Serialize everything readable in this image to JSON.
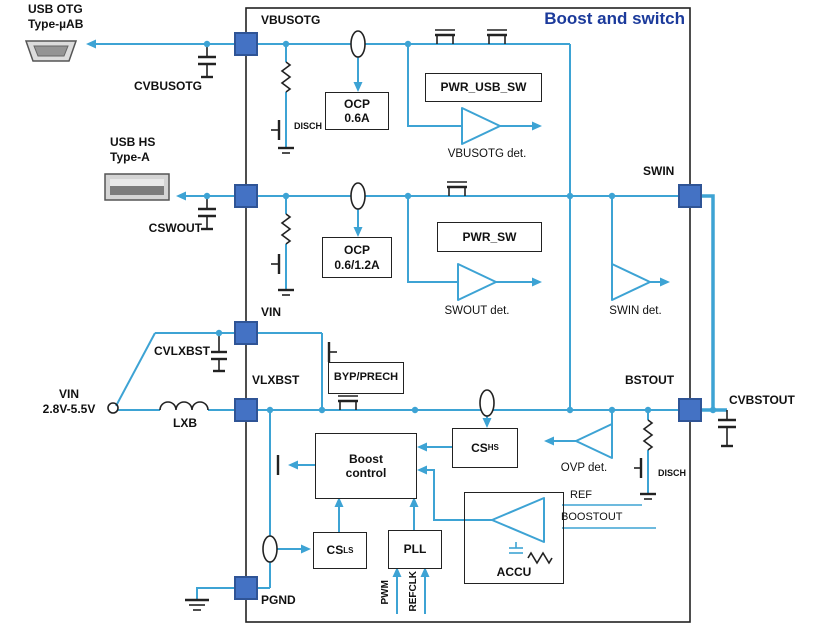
{
  "title": "Boost and switch",
  "colors": {
    "wire": "#3da3d4",
    "pin_fill": "#4472c4",
    "pin_stroke": "#2f5496",
    "title": "#1b3a9b"
  },
  "pins": {
    "vbusotg": "VBUSOTG",
    "swin": "SWIN",
    "vin": "VIN",
    "vlxbst": "VLXBST",
    "bstout": "BSTOUT",
    "pgnd": "PGND"
  },
  "blocks": {
    "ocp_usb": "OCP\n0.6A",
    "pwr_usb_sw": "PWR_USB_SW",
    "ocp_sw": "OCP\n0.6/1.2A",
    "pwr_sw": "PWR_SW",
    "byp_prech": "BYP/PRECH",
    "boost_control": "Boost\ncontrol",
    "cs_hs_main": "CS",
    "cs_hs_sub": "HS",
    "cs_ls_main": "CS",
    "cs_ls_sub": "LS",
    "pll": "PLL",
    "accu": "ACCU"
  },
  "detectors": {
    "vbusotg": "VBUSOTG det.",
    "swout": "SWOUT det.",
    "swin": "SWIN det.",
    "ovp": "OVP det."
  },
  "labels": {
    "disch_usb": "DISCH",
    "disch_bst": "DISCH",
    "ref": "REF",
    "boostout": "BOOSTOUT",
    "pwm": "PWM",
    "refclk": "REFCLK"
  },
  "external": {
    "usb_otg": "USB OTG\nType-µAB",
    "cvbusotg": "CVBUSOTG",
    "usb_hs": "USB HS\nType-A",
    "cswout": "CSWOUT",
    "cvlxbst": "CVLXBST",
    "vin_supply": "VIN\n2.8V-5.5V",
    "lxb": "LXB",
    "cvbstout": "CVBSTOUT"
  }
}
